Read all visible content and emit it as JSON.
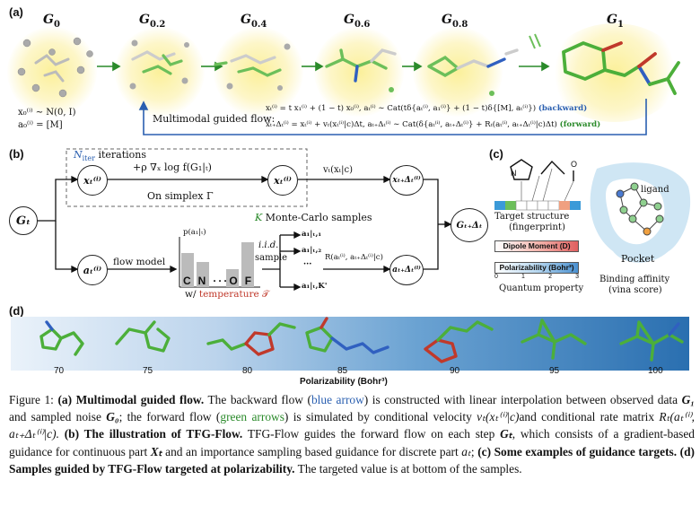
{
  "panel_a": {
    "label": "(a)",
    "stages": [
      {
        "sym": "G",
        "sub": "0"
      },
      {
        "sym": "G",
        "sub": "0.2"
      },
      {
        "sym": "G",
        "sub": "0.4"
      },
      {
        "sym": "G",
        "sub": "0.6"
      },
      {
        "sym": "G",
        "sub": "0.8"
      },
      {
        "sym": "G",
        "sub": "1"
      }
    ],
    "init_x": "x₀⁽ⁱ⁾ ∼ N(0, I)",
    "init_a": "a₀⁽ⁱ⁾ = [M]",
    "flow_label": "Multimodal guided flow:",
    "backward_eq": "xₜ⁽ⁱ⁾ = t x₁⁽ⁱ⁾ + (1 − t) x₀⁽ⁱ⁾, aₜ⁽ⁱ⁾ ∼ Cat(tδ{aₜ⁽ⁱ⁾, a₁⁽ⁱ⁾} + (1 − t)δ{[M], aₜ⁽ⁱ⁾})",
    "backward_tag": "(backward)",
    "forward_eq": "xₜ₊Δₜ⁽ⁱ⁾ = xₜ⁽ⁱ⁾ + vₜ(xₜ⁽ⁱ⁾|c)Δt, aₜ₊Δₜ⁽ⁱ⁾ ∼ Cat(δ{aₜ⁽ⁱ⁾, aₜ₊Δₜ⁽ⁱ⁾} + Rₜ(aₜ⁽ⁱ⁾, aₜ₊Δₜ⁽ⁱ⁾|c)Δt)",
    "forward_tag": "(forward)"
  },
  "panel_b": {
    "label": "(b)",
    "niter": "N",
    "niter_sub": "iter",
    "iterations": "iterations",
    "grad": "+ρ ∇ₓ log f(G₁|ₜ)",
    "simplex": "On simplex Γ",
    "velocity": "vₜ(xₜ|c)",
    "gt": "Gₜ",
    "gtdt": "Gₜ₊Δₜ",
    "xt": "xₜ⁽ⁱ⁾",
    "xtdt": "xₜ₊Δₜ⁽ⁱ⁾",
    "at": "aₜ⁽ⁱ⁾",
    "atdt": "aₜ₊Δₜ⁽ⁱ⁾",
    "mc_k": "K",
    "mc_text": "Monte-Carlo samples",
    "flow_model": "flow model",
    "prob": "p(a₁|ₜ)",
    "hist_letters": [
      "C",
      "N",
      "···",
      "O",
      "F"
    ],
    "temp_prefix": "w/",
    "temp_text": "temperature 𝒯",
    "iid": "i.i.d.",
    "sample": "sample",
    "samples": [
      "a₁|ₜ,₁",
      "a₁|ₜ,₂",
      "···",
      "a₁|ₜ,K'"
    ],
    "rate": "R(aₜ⁽ⁱ⁾, aₜ₊Δₜ⁽ⁱ⁾|c)"
  },
  "panel_c": {
    "label": "(c)",
    "target_structure": "Target structure",
    "fingerprint": "(fingerprint)",
    "atom_n": "N",
    "atom_o": "O",
    "dipole": "Dipole Moment (D)",
    "polar": "Polarizability (Bohr³)",
    "scale": [
      "0",
      "1",
      "2",
      "3"
    ],
    "quantum": "Quantum property",
    "ligand": "ligand",
    "pocket": "Pocket",
    "binding": "Binding affinity",
    "vina": "(vina score)"
  },
  "panel_d": {
    "label": "(d)",
    "values": [
      "70",
      "75",
      "80",
      "85",
      "90",
      "95",
      "100"
    ],
    "axis_label": "Polarizability (Bohr³)"
  },
  "caption": {
    "fig": "Figure 1:",
    "a_bold": "(a) Multimodal guided flow.",
    "t1": "The backward flow (",
    "blue_arrow": "blue arrow",
    "t2": ") is constructed with linear interpolation between observed data ",
    "g1": "G₁",
    "t3": " and sampled noise ",
    "g0": "G₀",
    "t4": "; the forward flow (",
    "green_arrows": "green arrows",
    "t5": ") is simulated by conditional velocity ",
    "vel": "vₜ(xₜ⁽ⁱ⁾|c)",
    "t6": "and conditional rate matrix ",
    "rate": "Rₜ(aₜ⁽ⁱ⁾, aₜ₊Δₜ⁽ⁱ⁾|c).",
    "b_bold": "(b) The illustration of TFG-Flow.",
    "t7": " TFG-Flow guides the forward flow on each step ",
    "gt": "Gₜ",
    "t8": ", which consists of a gradient-based guidance for continuous part ",
    "xt": "Xₜ",
    "t9": " and an importance sampling based guidance for discrete part ",
    "at": "aₜ",
    "t10": "; ",
    "c_bold": "(c) Some examples of guidance targets.",
    "d_bold": " (d) Samples guided by TFG-Flow targeted at polarizability.",
    "t11": " The targeted value is at bottom of the samples."
  },
  "colors": {
    "forward_green": "#2a8a2a",
    "backward_blue": "#2a5fb0",
    "glow_yellow": "#fbf09a",
    "strip_blue": "#2a6fb0"
  }
}
